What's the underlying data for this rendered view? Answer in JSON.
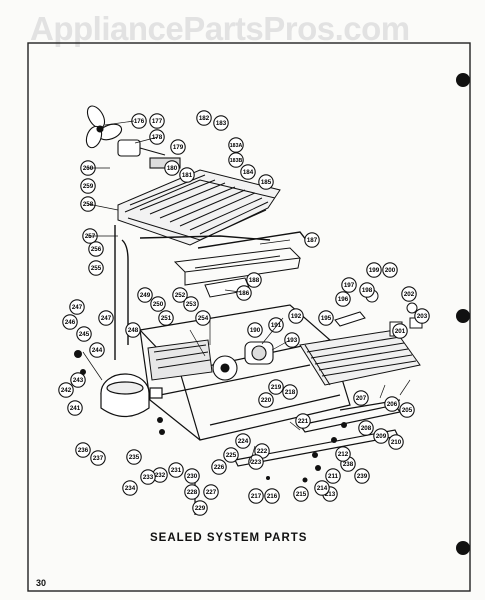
{
  "watermark": "AppliancePartsPros.com",
  "title": "SEALED SYSTEM PARTS",
  "page_number": "30",
  "callouts": [
    {
      "n": "176"
    },
    {
      "n": "177"
    },
    {
      "n": "178"
    },
    {
      "n": "179"
    },
    {
      "n": "182"
    },
    {
      "n": "183"
    },
    {
      "n": "183A"
    },
    {
      "n": "183B"
    },
    {
      "n": "184"
    },
    {
      "n": "185"
    },
    {
      "n": "180"
    },
    {
      "n": "181"
    },
    {
      "n": "260"
    },
    {
      "n": "259"
    },
    {
      "n": "258"
    },
    {
      "n": "257"
    },
    {
      "n": "256"
    },
    {
      "n": "255"
    },
    {
      "n": "187"
    },
    {
      "n": "188"
    },
    {
      "n": "186"
    },
    {
      "n": "249"
    },
    {
      "n": "250"
    },
    {
      "n": "251"
    },
    {
      "n": "252"
    },
    {
      "n": "253"
    },
    {
      "n": "254"
    },
    {
      "n": "248"
    },
    {
      "n": "247"
    },
    {
      "n": "247"
    },
    {
      "n": "246"
    },
    {
      "n": "245"
    },
    {
      "n": "244"
    },
    {
      "n": "243"
    },
    {
      "n": "242"
    },
    {
      "n": "241"
    },
    {
      "n": "190"
    },
    {
      "n": "191"
    },
    {
      "n": "192"
    },
    {
      "n": "193"
    },
    {
      "n": "218"
    },
    {
      "n": "219"
    },
    {
      "n": "220"
    },
    {
      "n": "197"
    },
    {
      "n": "196"
    },
    {
      "n": "195"
    },
    {
      "n": "199"
    },
    {
      "n": "200"
    },
    {
      "n": "198"
    },
    {
      "n": "202"
    },
    {
      "n": "201"
    },
    {
      "n": "203"
    },
    {
      "n": "207"
    },
    {
      "n": "206"
    },
    {
      "n": "205"
    },
    {
      "n": "208"
    },
    {
      "n": "209"
    },
    {
      "n": "210"
    },
    {
      "n": "221"
    },
    {
      "n": "222"
    },
    {
      "n": "223"
    },
    {
      "n": "224"
    },
    {
      "n": "225"
    },
    {
      "n": "226"
    },
    {
      "n": "227"
    },
    {
      "n": "228"
    },
    {
      "n": "229"
    },
    {
      "n": "230"
    },
    {
      "n": "231"
    },
    {
      "n": "232"
    },
    {
      "n": "233"
    },
    {
      "n": "234"
    },
    {
      "n": "235"
    },
    {
      "n": "236"
    },
    {
      "n": "237"
    },
    {
      "n": "238"
    },
    {
      "n": "239"
    },
    {
      "n": "211"
    },
    {
      "n": "212"
    },
    {
      "n": "213"
    },
    {
      "n": "214"
    },
    {
      "n": "215"
    },
    {
      "n": "216"
    },
    {
      "n": "217"
    }
  ]
}
